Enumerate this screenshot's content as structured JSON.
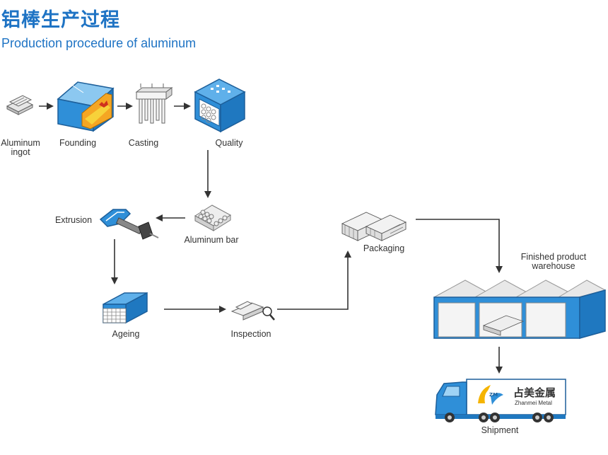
{
  "header": {
    "title_cn": "铝棒生产过程",
    "title_en": "Production procedure of aluminum"
  },
  "steps": {
    "ingot": "Aluminum\ningot",
    "founding": "Founding",
    "casting": "Casting",
    "quality": "Quality",
    "aluminum_bar": "Aluminum bar",
    "extrusion": "Extrusion",
    "ageing": "Ageing",
    "inspection": "Inspection",
    "packaging": "Packaging",
    "warehouse": "Finished product\nwarehouse",
    "shipment": "Shipment"
  },
  "truck": {
    "brand_cn": "占美金属",
    "brand_en": "Zhanmei Metal",
    "logo_mark": "ZM"
  },
  "colors": {
    "accent": "#1e73c4",
    "machine_blue": "#2f8fd8",
    "fire": "#f5a623",
    "arrow": "#333333"
  }
}
